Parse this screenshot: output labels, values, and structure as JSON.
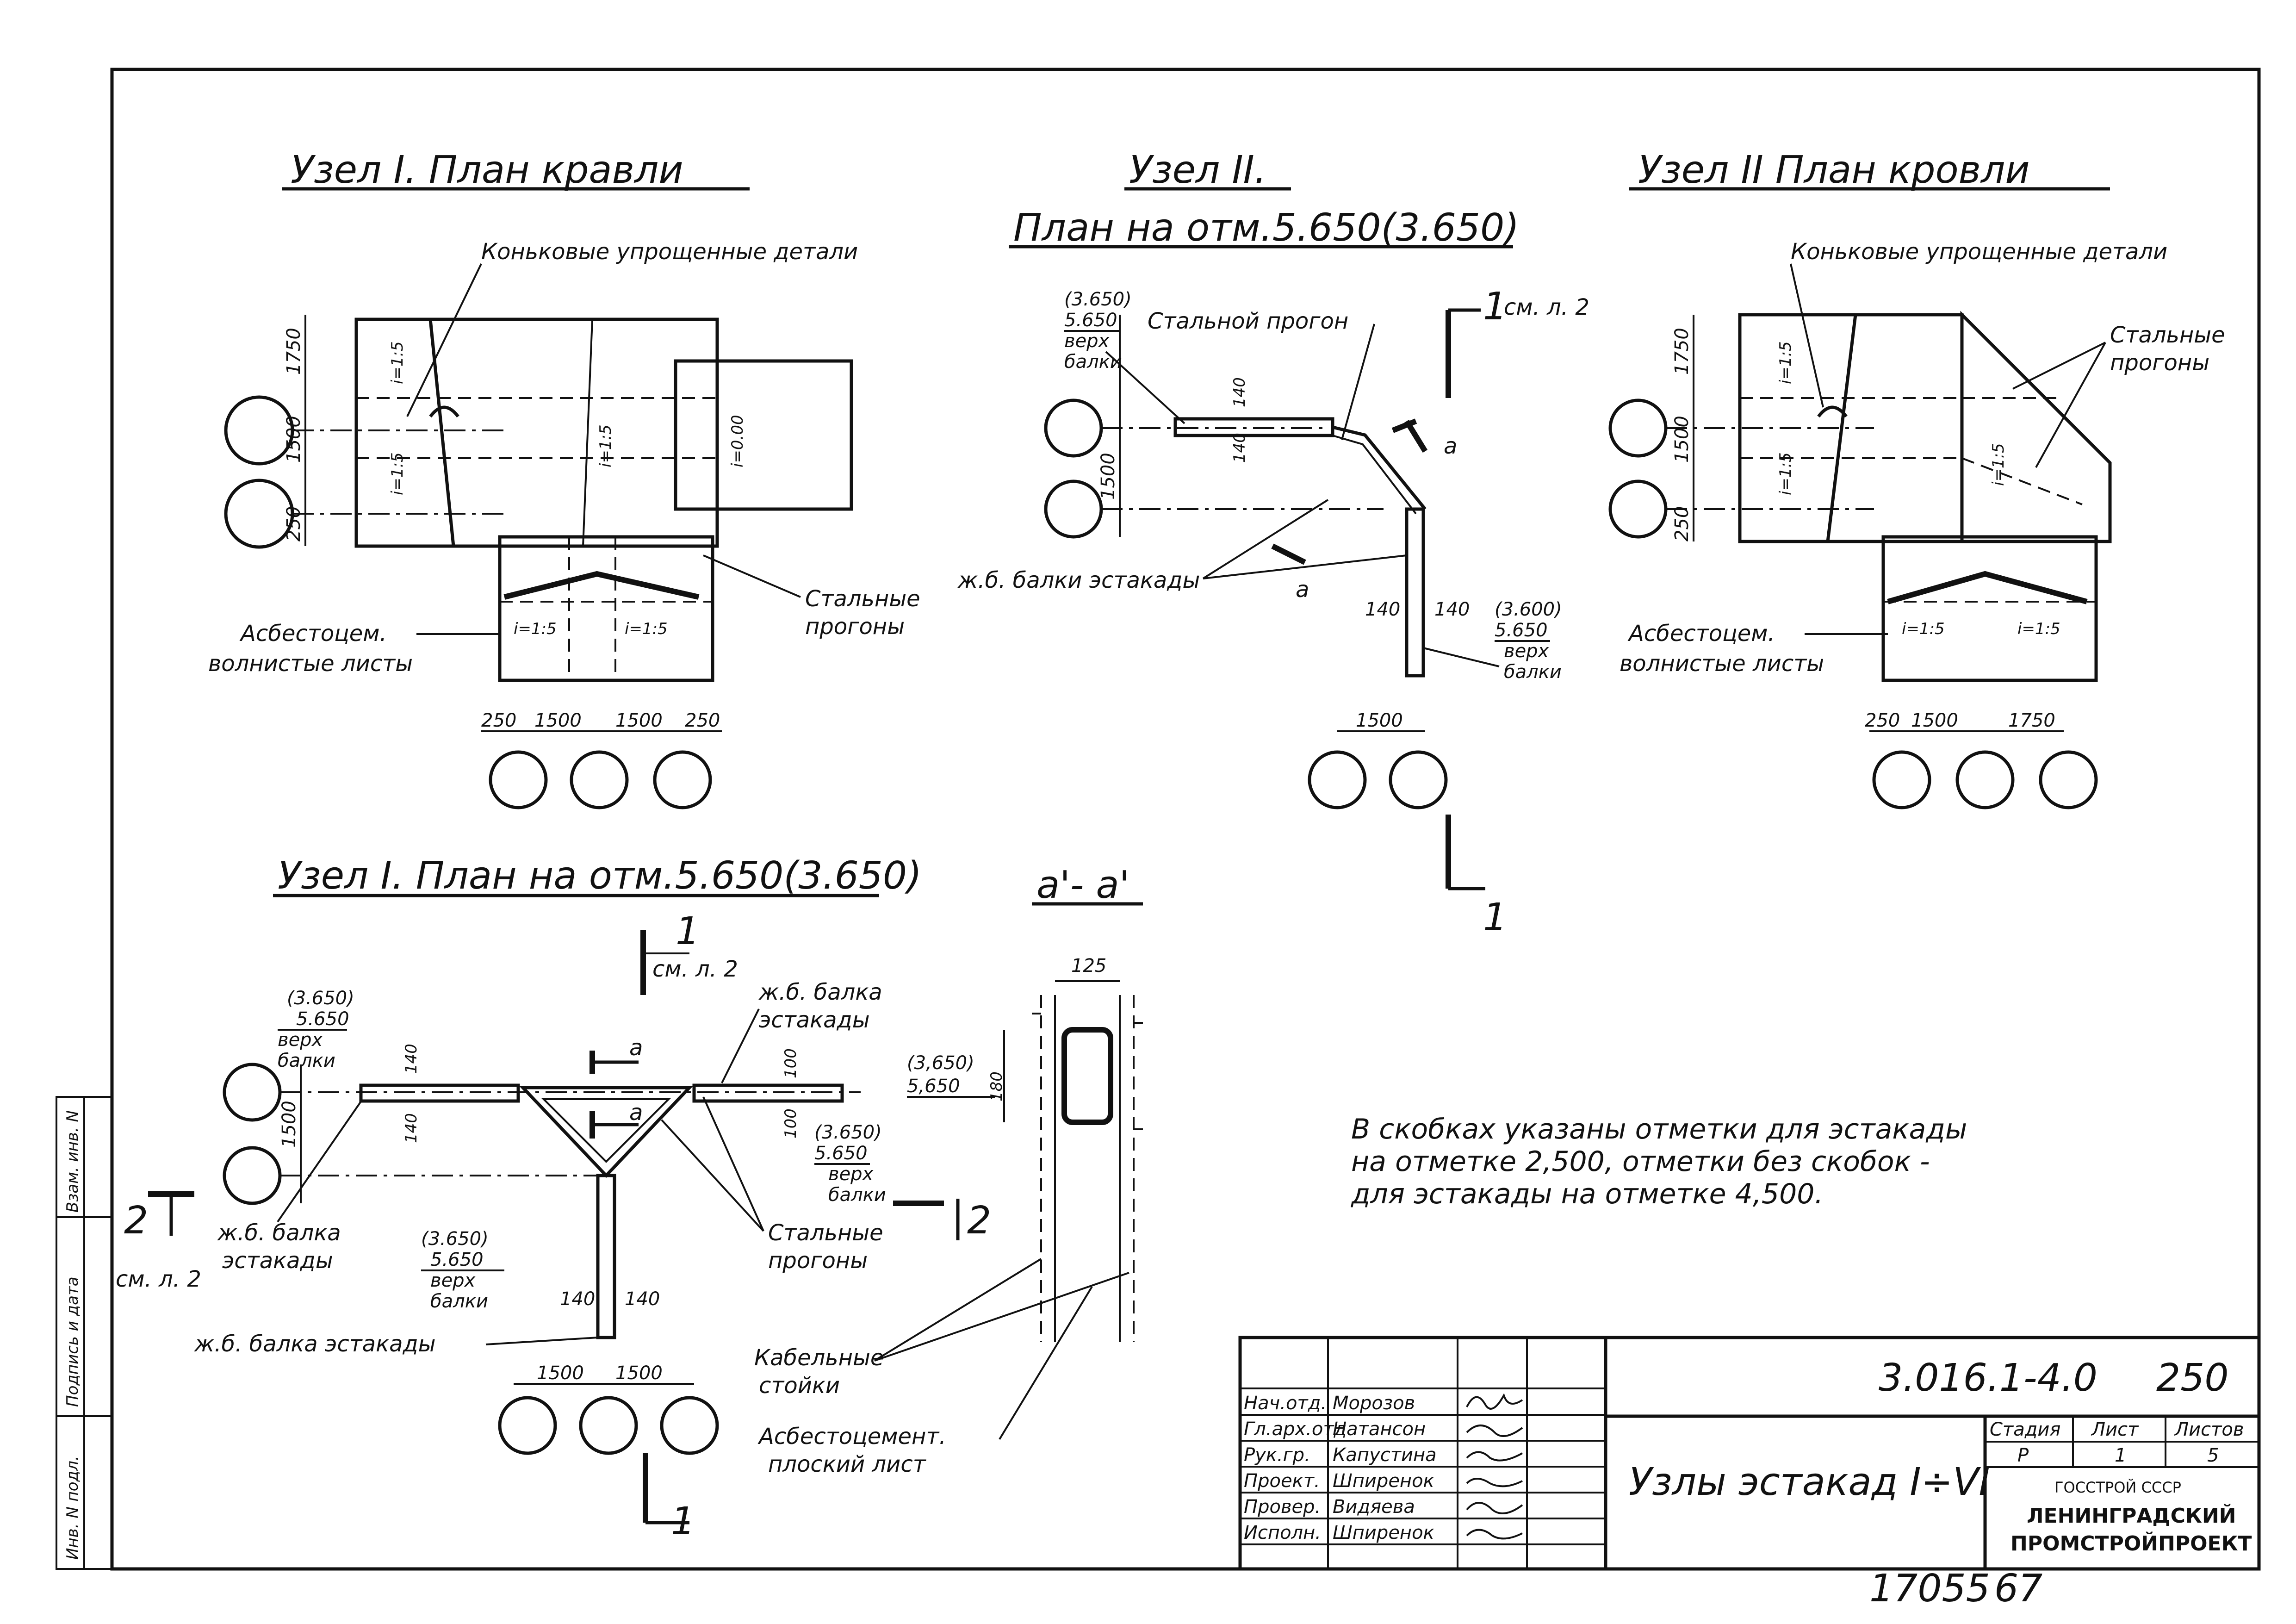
{
  "titles": {
    "node1_roof": "Узел I. План кравли",
    "node2_line1": "Узел II.",
    "node2_line2": "План на отм.5.650(3.650)",
    "node2_roof": "Узел II План кровли",
    "node1_plan": "Узел I. План на отм.5.650(3.650)",
    "section_aa": "a'- a'"
  },
  "labels": {
    "ridge_details": "Коньковые упрощенные детали",
    "asbestos_wavy_1": "Асбестоцем.",
    "asbestos_wavy_2": "волнистые листы",
    "steel_purlins_1": "Стальные",
    "steel_purlins_2": "прогоны",
    "steel_purlin": "Стальной прогон",
    "rc_beams": "ж.б. балки эстакады",
    "rc_beam_1": "ж.б. балка",
    "rc_beam_2": "эстакады",
    "rc_beam_full": "ж.б. балка эстакады",
    "cable_posts_1": "Кабельные",
    "cable_posts_2": "стойки",
    "asbestos_flat_1": "Асбестоцемент.",
    "asbestos_flat_2": "плоский лист",
    "top_beam_1": "верх",
    "top_beam_2": "балки",
    "see_sheet_2": "см. л. 2",
    "cut_1": "1",
    "cut_2": "2",
    "cut_a": "a"
  },
  "dims": {
    "d1750": "1750",
    "d1500": "1500",
    "d250": "250",
    "d140": "140",
    "d100": "100",
    "d125": "125",
    "d180": "180",
    "elev_paren_1": "(3.650)",
    "elev_1": "5.650",
    "elev_paren_2": "(3.600)",
    "elev_paren_aa": "(3,650)",
    "elev_aa": "5,650",
    "slope_15": "i=1:5",
    "slope_0": "i=0.00"
  },
  "note": {
    "line1": "В скобках указаны отметки для эстакады",
    "line2": "на отметке 2,500, отметки без скобок -",
    "line3": "для эстакады на отметке 4,500."
  },
  "side_stamp": {
    "inv_orig": "Инв. N подл.",
    "sign_date": "Подпись и дата",
    "inv_repl": "Взам. инв. N"
  },
  "title_block": {
    "doc_code": "3.016.1-4.0",
    "page_code": "250",
    "title": "Узлы эстакад I÷VI",
    "stage_h": "Стадия",
    "sheet_h": "Лист",
    "sheets_h": "Листов",
    "stage": "Р",
    "sheet": "1",
    "sheets": "5",
    "org1": "ГОССТРОЙ СССР",
    "org2": "ЛЕНИНГРАДСКИЙ",
    "org3": "ПРОМСТРОЙПРОЕКТ",
    "rows": [
      {
        "role": "Нач.отд.",
        "name": "Морозов"
      },
      {
        "role": "Гл.арх.отд",
        "name": "Натансон"
      },
      {
        "role": "Рук.гр.",
        "name": "Капустина"
      },
      {
        "role": "Проект.",
        "name": "Шпиренок"
      },
      {
        "role": "Провер.",
        "name": "Видяева"
      },
      {
        "role": "Исполн.",
        "name": "Шпиренок"
      }
    ]
  },
  "footer": {
    "archive": "17055",
    "page": "67"
  }
}
